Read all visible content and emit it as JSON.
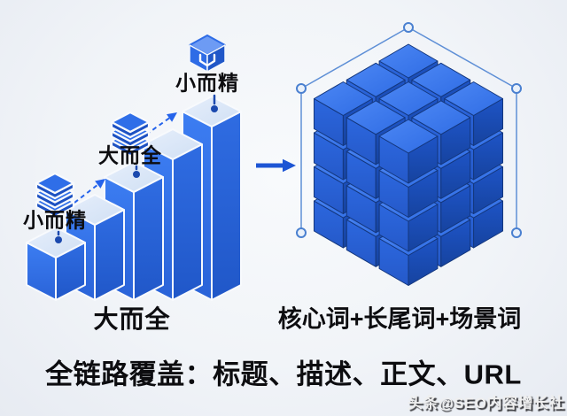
{
  "section_left": {
    "caption": "大而全",
    "milestones": [
      {
        "icon": "layers-icon",
        "label": "小而精"
      },
      {
        "icon": "layers-icon",
        "label": "大而全"
      },
      {
        "icon": "open-box-icon",
        "label": "小而精"
      }
    ],
    "steps": {
      "count": 5,
      "relative_heights": [
        1,
        2,
        3,
        4,
        5
      ]
    }
  },
  "connector": {
    "icon": "right-arrow-icon"
  },
  "section_right": {
    "caption": "核心词+长尾词+场景词",
    "cube": {
      "cols": 3,
      "rows": 3,
      "layers": 4
    }
  },
  "headline": "全链路覆盖：标题、描述、正文、URL",
  "watermark": "头条@SEO内容增长社",
  "palette": {
    "blue": "#2563eb",
    "blue_deep": "#1d55d4",
    "bar_top": "#dde9f8",
    "bar_left_a": "#3c7df2",
    "bar_left_b": "#2a63d8",
    "bar_right_a": "#2f6ce2",
    "bar_right_b": "#2057c8",
    "cube_top_a": "#4c87f4",
    "cube_top_b": "#2f6ce4",
    "cube_left_a": "#2c67de",
    "cube_left_b": "#2559c9",
    "cube_right_a": "#1e54c6",
    "cube_right_b": "#16439f",
    "cube_edge": "#14377d",
    "gap_white": "#f8fafd",
    "pin": "#1b49ae",
    "frame_line": "#5e8fd6",
    "frame_node_fill": "#eaf1fa",
    "frame_node_stroke": "#4a80d0",
    "text": "#0d0d10"
  }
}
